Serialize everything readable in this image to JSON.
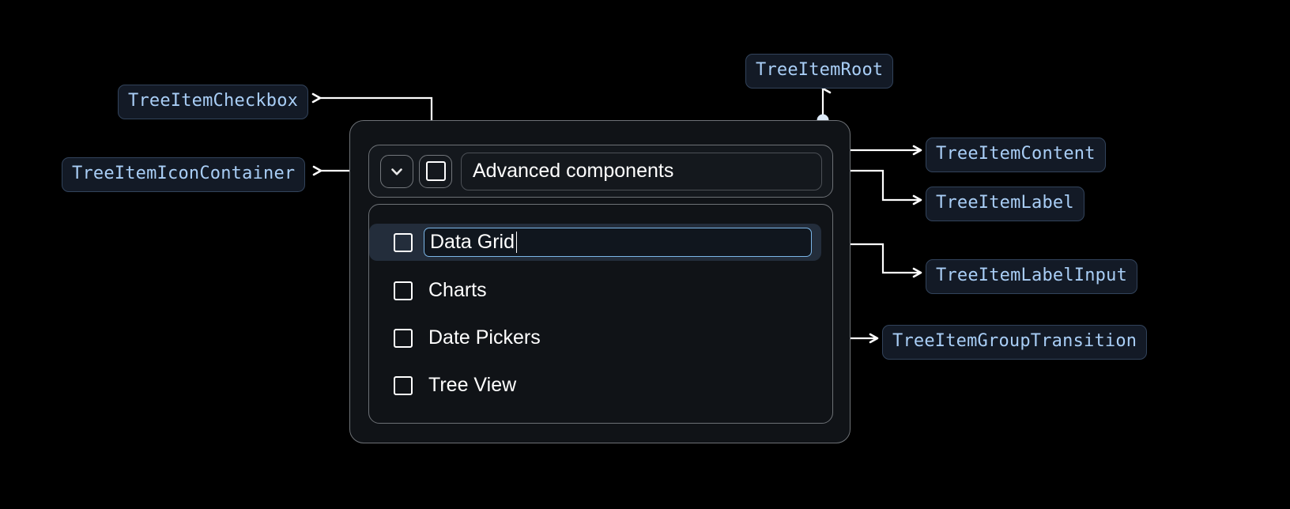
{
  "annotations": {
    "checkbox": "TreeItemCheckbox",
    "icon_container": "TreeItemIconContainer",
    "root": "TreeItemRoot",
    "content": "TreeItemContent",
    "label": "TreeItemLabel",
    "label_input": "TreeItemLabelInput",
    "group_transition": "TreeItemGroupTransition"
  },
  "tree": {
    "parent": {
      "label": "Advanced components",
      "expand_icon": "chevron-down-icon",
      "checkbox_state": "unchecked"
    },
    "children": [
      {
        "label": "Data Grid",
        "editing": true,
        "checkbox_state": "unchecked"
      },
      {
        "label": "Charts",
        "editing": false,
        "checkbox_state": "unchecked"
      },
      {
        "label": "Date Pickers",
        "editing": false,
        "checkbox_state": "unchecked"
      },
      {
        "label": "Tree View",
        "editing": false,
        "checkbox_state": "unchecked"
      }
    ]
  },
  "colors": {
    "background": "#000000",
    "panel": "#101317",
    "panel_border": "#6d7176",
    "pill_bg": "#131a26",
    "pill_border": "#32435b",
    "pill_text": "#a9cef6",
    "selected_row": "#232d3b",
    "input_focus_border": "#7bb6e8",
    "connector": "#ffffff",
    "connector_dot": "#dce9f7"
  }
}
